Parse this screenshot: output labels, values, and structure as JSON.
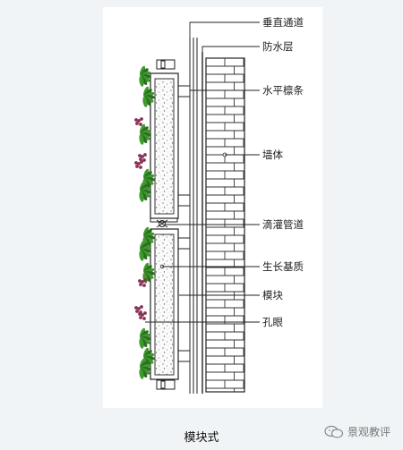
{
  "labels": {
    "vertical_channel": "垂直通道",
    "waterproof_layer": "防水层",
    "horizontal_purlin": "水平檩条",
    "wall": "墙体",
    "drip_pipe": "滴灌管道",
    "growth_medium": "生长基质",
    "module": "模块",
    "hole": "孔眼"
  },
  "caption": "模块式",
  "watermark": "景观教评",
  "colors": {
    "line": "#222222",
    "plant_green": "#3f9a2e",
    "plant_dark": "#2d6e22",
    "flower": "#8a2f55",
    "panel_bg": "#ffffff",
    "page_bg": "#f1f4f6"
  }
}
